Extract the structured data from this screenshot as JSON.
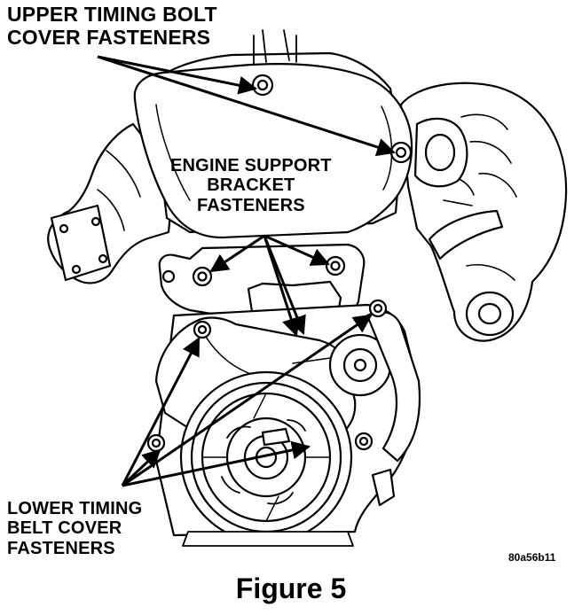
{
  "callouts": {
    "upper_timing_cover": {
      "lines": [
        "UPPER TIMING BOLT",
        "COVER FASTENERS"
      ]
    },
    "engine_support_bracket": {
      "lines": [
        "ENGINE SUPPORT",
        "BRACKET",
        "FASTENERS"
      ]
    },
    "lower_timing_cover": {
      "lines": [
        "LOWER TIMING",
        "BELT COVER",
        "FASTENERS"
      ]
    }
  },
  "drawing_code": "80a56b11",
  "caption": "Figure 5",
  "colors": {
    "ink": "#000000",
    "paper": "#ffffff"
  }
}
